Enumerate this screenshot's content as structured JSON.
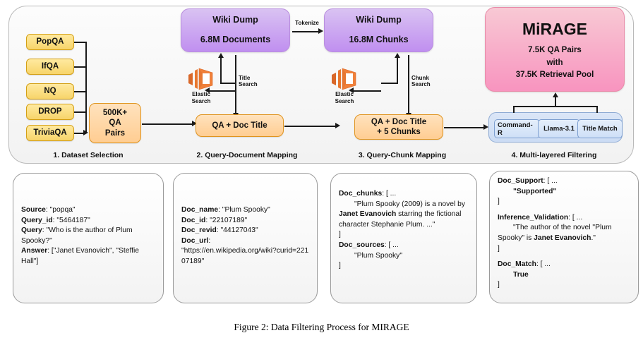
{
  "figure": {
    "caption": "Figure 2: Data Filtering Process for MIRAGE"
  },
  "pipeline": {
    "stages": [
      {
        "label": "1. Dataset Selection"
      },
      {
        "label": "2. Query-Document Mapping"
      },
      {
        "label": "3. Query-Chunk Mapping"
      },
      {
        "label": "4. Multi-layered Filtering"
      }
    ],
    "datasets": [
      {
        "label": "PopQA"
      },
      {
        "label": "IfQA"
      },
      {
        "label": "NQ"
      },
      {
        "label": "DROP"
      },
      {
        "label": "TriviaQA"
      }
    ],
    "qa_pairs_box": {
      "line1": "500K+",
      "line2": "QA",
      "line3": "Pairs"
    },
    "wiki_dump_documents": {
      "title": "Wiki Dump",
      "detail": "6.8M Documents"
    },
    "wiki_dump_chunks": {
      "title": "Wiki Dump",
      "detail": "16.8M Chunks"
    },
    "tokenize_label": "Tokenize",
    "elastic_search": {
      "line1": "Elastic",
      "line2": "Search"
    },
    "title_search_label": {
      "line1": "Title",
      "line2": "Search"
    },
    "chunk_search_label": {
      "line1": "Chunk",
      "line2": "Search"
    },
    "qa_doc_title_box": {
      "label": "QA + Doc Title"
    },
    "qa_doc_title_chunks_box": {
      "line1": "QA + Doc Title",
      "line2": "+ 5 Chunks"
    },
    "filters": [
      {
        "label": "Command-R"
      },
      {
        "label": "Llama-3.1"
      },
      {
        "label": "Title Match"
      }
    ],
    "mirage": {
      "title": "MiRAGE",
      "line1": "7.5K QA Pairs",
      "line2": "with",
      "line3": "37.5K Retrieval Pool"
    }
  },
  "records": {
    "card1": {
      "source_key": "Source",
      "source_val": ": \"popqa\"",
      "query_id_key": "Query_id",
      "query_id_val": ": \"5464187\"",
      "query_key": "Query",
      "query_val": ": \"Who is the author of Plum Spooky?\"",
      "answer_key": "Answer",
      "answer_val": ": [\"Janet Evanovich\", \"Steffie Hall\"]"
    },
    "card2": {
      "doc_name_key": "Doc_name",
      "doc_name_val": ": \"Plum Spooky\"",
      "doc_id_key": "Doc_id",
      "doc_id_val": ": \"22107189\"",
      "doc_revid_key": "Doc_revid",
      "doc_revid_val": ": \"44127043\"",
      "doc_url_key": "Doc_url",
      "doc_url_colon": ":",
      "doc_url_val": "\"https://en.wikipedia.org/wiki?curid=22107189\""
    },
    "card3": {
      "doc_chunks_key": "Doc_chunks",
      "doc_chunks_open": ": [ ...",
      "chunk_text_a": "\"Plum Spooky (2009) is a novel by ",
      "chunk_text_bold": "Janet Evanovich",
      "chunk_text_b": " starring the fictional character Stephanie Plum. ...\"",
      "close1": "]",
      "doc_sources_key": "Doc_sources",
      "doc_sources_open": ": [ ...",
      "doc_sources_val": "\"Plum Spooky\"",
      "close2": "]"
    },
    "card4": {
      "doc_support_key": "Doc_Support",
      "doc_support_open": ": [ ...",
      "doc_support_val": "\"Supported\"",
      "close1": "]",
      "inference_key": "Inference_Validation",
      "inference_open": ": [ ...",
      "inference_a": "\"The author of the novel \"Plum Spooky\" is ",
      "inference_bold": "Janet Evanovich",
      "inference_b": ".\"",
      "close2": "]",
      "doc_match_key": "Doc_Match",
      "doc_match_open": ": [ ...",
      "doc_match_val": "True",
      "close3": "]"
    }
  },
  "colors": {
    "dataset_box": "#f7d46a",
    "orange_box": "#ffcd92",
    "purple_box": "#c08ff0",
    "pink_box": "#f894bf",
    "blue_box": "#ccdcf4",
    "elastic_orange": "#e8762d",
    "line": "#1a1a1a"
  }
}
